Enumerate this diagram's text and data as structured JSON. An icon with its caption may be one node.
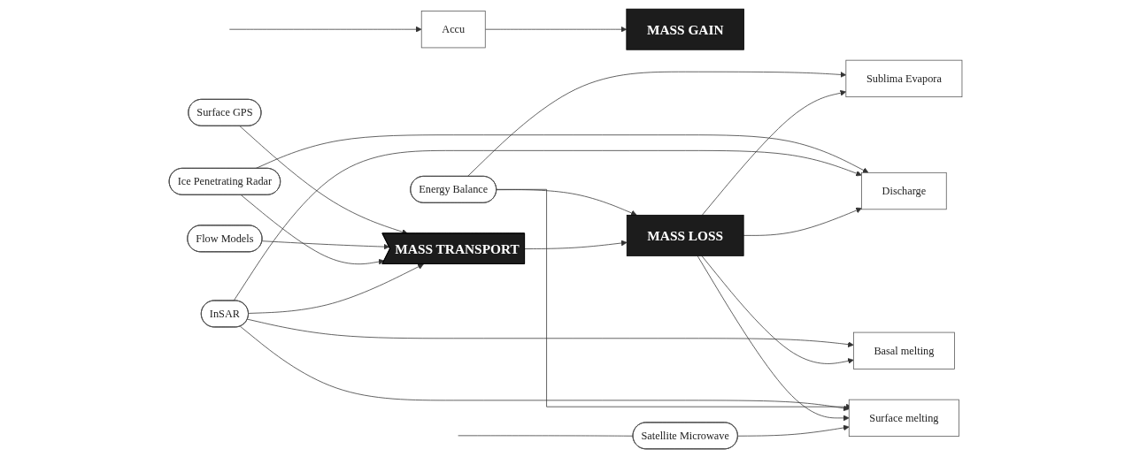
{
  "diagram": {
    "nodes": [
      {
        "text": [
          "Accu"
        ]
      },
      {
        "text": [
          "MASS GAIN"
        ]
      },
      {
        "text": [
          "MASS TRANSPORT"
        ]
      },
      {
        "text": [
          "MASS LOSS"
        ]
      },
      {
        "text": [
          "Sublima Evapora"
        ]
      },
      {
        "text": [
          "Energy Balance"
        ]
      },
      {
        "text": [
          "Surface GPS"
        ]
      },
      {
        "text": [
          "Flow Models"
        ]
      },
      {
        "text": [
          "Ice Penetrating Radar"
        ]
      },
      {
        "text": [
          "InSAR"
        ]
      },
      {
        "text": [
          "Discharge"
        ]
      },
      {
        "text": [
          "Basal melting"
        ]
      },
      {
        "text": [
          "Surface melting"
        ]
      },
      {
        "text": [
          "Satellite Microwave"
        ]
      }
    ],
    "edges": [
      {
        "from": null,
        "to": 0,
        "arrow": "to"
      },
      {
        "from": 0,
        "to": 1,
        "arrow": "to"
      },
      {
        "from": 5,
        "to": 4,
        "arrow": "to"
      },
      {
        "from": 5,
        "to": 3,
        "arrow": "to"
      },
      {
        "from": 5,
        "to": 12,
        "arrow": "to"
      },
      {
        "from": 3,
        "to": 4,
        "arrow": "to"
      },
      {
        "from": 6,
        "to": 2,
        "arrow": "to"
      },
      {
        "from": 7,
        "to": 2,
        "arrow": "to"
      },
      {
        "from": 2,
        "to": 3,
        "arrow": "to"
      },
      {
        "from": 8,
        "to": 2,
        "arrow": "to"
      },
      {
        "from": 9,
        "to": 2,
        "arrow": "to"
      },
      {
        "from": 8,
        "to": 10,
        "arrow": "to"
      },
      {
        "from": 9,
        "to": 10,
        "arrow": "to"
      },
      {
        "from": 9,
        "to": 11,
        "arrow": "to"
      },
      {
        "from": 9,
        "to": 12,
        "arrow": "to"
      },
      {
        "from": 3,
        "to": 10,
        "arrow": "to"
      },
      {
        "from": 3,
        "to": 11,
        "arrow": "to"
      },
      {
        "from": 3,
        "to": 12,
        "arrow": "to"
      },
      {
        "from": null,
        "to": 13,
        "arrow": "none"
      },
      {
        "from": 13,
        "to": 12,
        "arrow": "to"
      }
    ]
  }
}
